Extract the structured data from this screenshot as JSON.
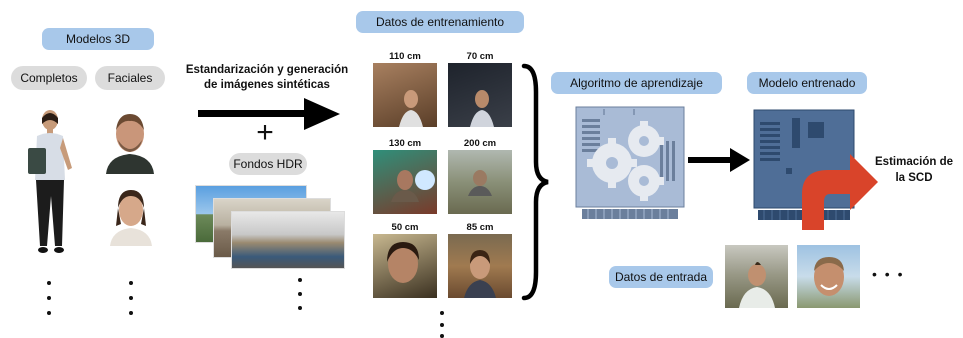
{
  "section_3d": {
    "title": "Modelos 3D",
    "complete": "Completos",
    "facial": "Faciales"
  },
  "process": {
    "line1": "Estandarización y generación",
    "line2": "de imágenes sintéticas",
    "plus": "+",
    "hdr": "Fondos HDR"
  },
  "training": {
    "title": "Datos de entrenamiento",
    "images": [
      {
        "label": "110 cm",
        "color": "#7a5a3c"
      },
      {
        "label": "70 cm",
        "color": "#2b2f38"
      },
      {
        "label": "130 cm",
        "color": "#3c7c6a"
      },
      {
        "label": "200 cm",
        "color": "#7d8068"
      },
      {
        "label": "50 cm",
        "color": "#6b5a40"
      },
      {
        "label": "85 cm",
        "color": "#8a6a4a"
      }
    ]
  },
  "algorithm": {
    "title": "Algoritmo de aprendizaje"
  },
  "model": {
    "title": "Modelo entrenado"
  },
  "output": {
    "line1": "Estimación de",
    "line2": "la SCD"
  },
  "input": {
    "label": "Datos de entrada",
    "ellipsis": "• • •"
  },
  "colors": {
    "pill_blue": "#a8c8ea",
    "pill_gray": "#dcdcdc",
    "box_light": "#a9bbd6",
    "box_dark": "#4f6e97",
    "arrow_red": "#d9442a"
  }
}
